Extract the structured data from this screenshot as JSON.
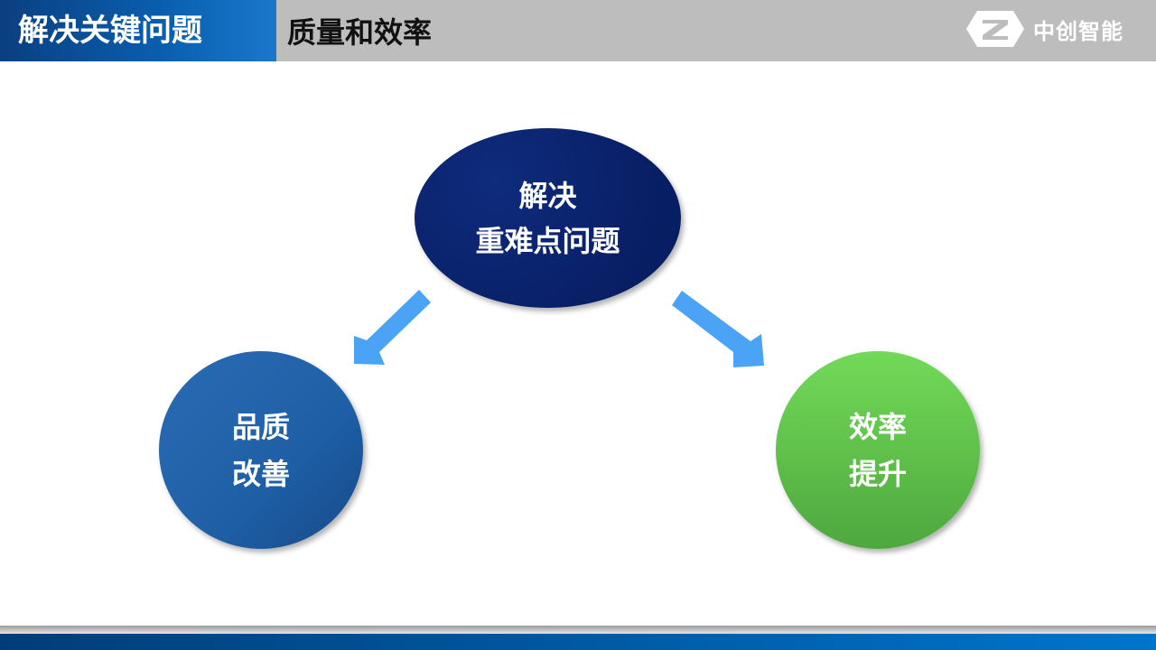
{
  "header": {
    "title": "解决关键问题",
    "subtitle": "质量和效率",
    "logo_text": "中创智能"
  },
  "diagram": {
    "top": {
      "line1": "解决",
      "line2": "重难点问题"
    },
    "left": {
      "line1": "品质",
      "line2": "改善"
    },
    "right": {
      "line1": "效率",
      "line2": "提升"
    }
  },
  "colors": {
    "arrow": "#4ba3f5",
    "top_node": "#0b2473",
    "left_node": "#1f61a9",
    "right_node": "#5fc24a"
  }
}
